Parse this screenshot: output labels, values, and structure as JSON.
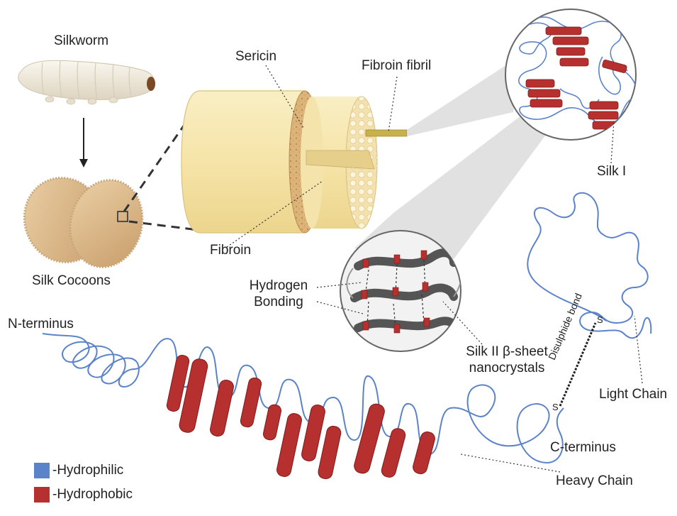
{
  "labels": {
    "silkworm": "Silkworm",
    "silk_cocoons": "Silk Cocoons",
    "sericin": "Sericin",
    "fibroin_fibril": "Fibroin fibril",
    "fibroin": "Fibroin",
    "silk_i": "Silk I",
    "hydrogen_bonding_line1": "Hydrogen",
    "hydrogen_bonding_line2": "Bonding",
    "silk_ii_line1": "Silk II β-sheet",
    "silk_ii_line2": "nanocrystals",
    "n_terminus": "N-terminus",
    "c_terminus": "C-terminus",
    "heavy_chain": "Heavy Chain",
    "light_chain": "Light Chain",
    "disulphide_bond": "Disulphide bond",
    "sulfur_left": "S",
    "sulfur_right": "S"
  },
  "legend": [
    {
      "label": "-Hydrophilic",
      "color": "#5b83c9"
    },
    {
      "label": "-Hydrophobic",
      "color": "#b5302e"
    }
  ],
  "colors": {
    "hydrophilic": "#5b83c9",
    "hydrophobic": "#b5302e",
    "fiber": "#f6e7ad",
    "sericin": "#d9b277",
    "cocoon": "#d9b889",
    "beta_sheet": "#555555"
  }
}
